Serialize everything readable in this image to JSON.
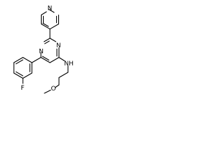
{
  "molecule": {
    "atoms": {
      "pyridine_n": "N",
      "pyrimidine_n1": "N",
      "pyrimidine_n3": "N",
      "amine_nh": "NH",
      "fluorine": "F",
      "methoxy_o": "O"
    }
  }
}
